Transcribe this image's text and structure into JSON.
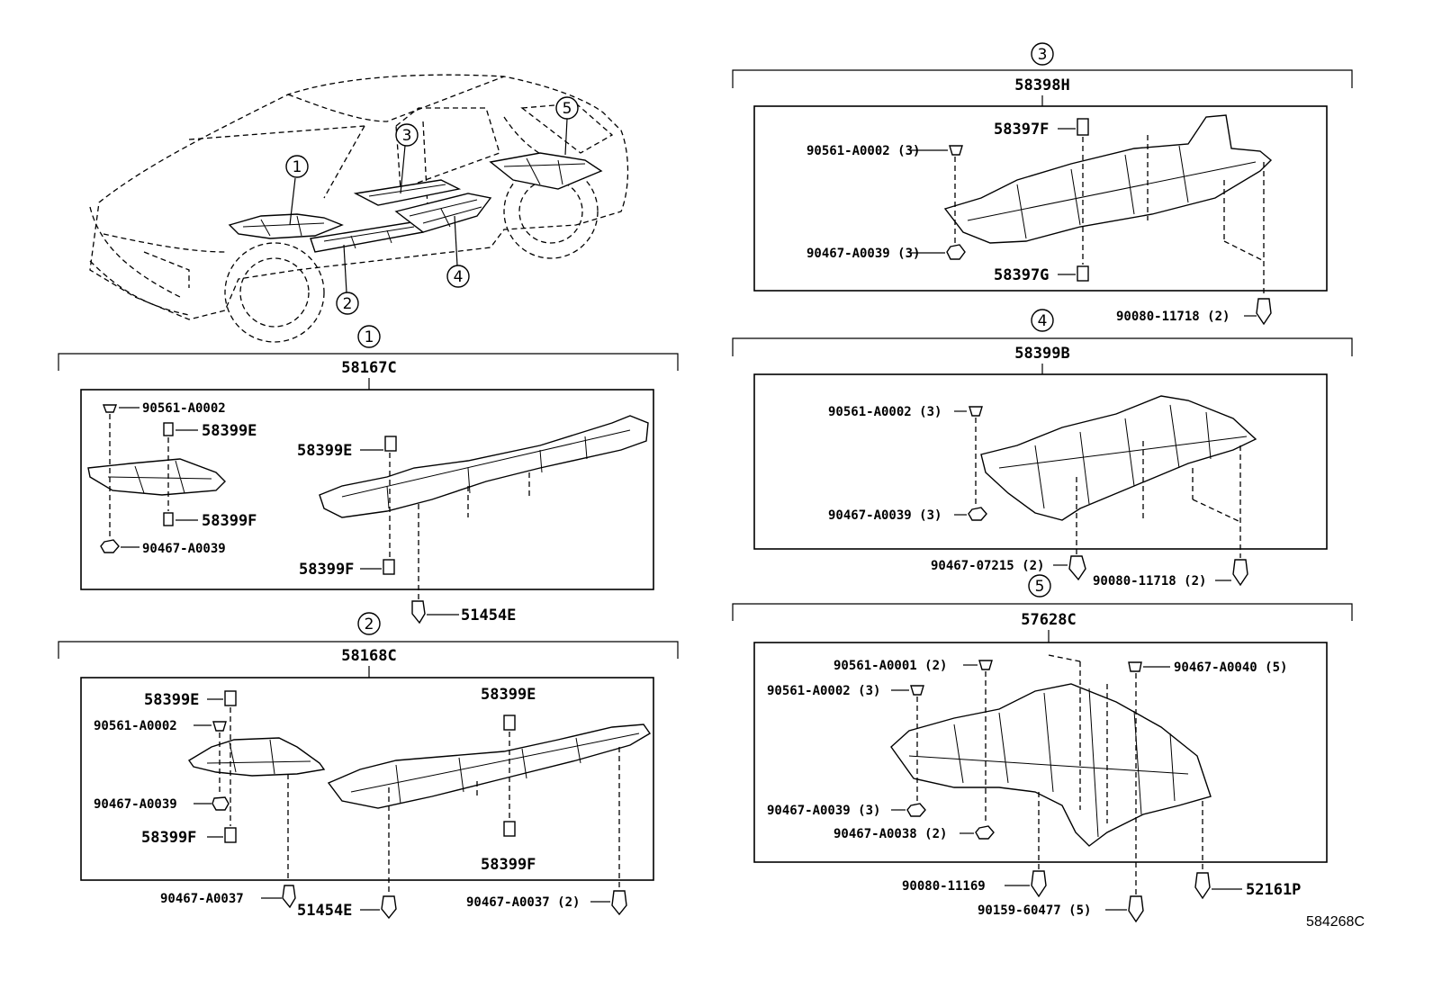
{
  "diagram_code": "584268C",
  "car_callouts": [
    "1",
    "2",
    "3",
    "4",
    "5"
  ],
  "sections": [
    {
      "id": "1",
      "part_no": "58167C",
      "labels": {
        "a": "90561-A0002",
        "b": "58399E",
        "c": "58399F",
        "d": "90467-A0039",
        "e": "58399E",
        "f": "58399F",
        "g": "51454E"
      }
    },
    {
      "id": "2",
      "part_no": "58168C",
      "labels": {
        "a": "58399E",
        "b": "90561-A0002",
        "c": "90467-A0039",
        "d": "58399F",
        "e": "58399E",
        "f": "58399F",
        "g": "90467-A0037",
        "h": "51454E",
        "i": "90467-A0037 (2)"
      }
    },
    {
      "id": "3",
      "part_no": "58398H",
      "labels": {
        "a": "58397F",
        "b": "90561-A0002 (3)",
        "c": "90467-A0039 (3)",
        "d": "58397G",
        "e": "90080-11718 (2)"
      }
    },
    {
      "id": "4",
      "part_no": "58399B",
      "labels": {
        "a": "90561-A0002 (3)",
        "b": "90467-A0039 (3)",
        "c": "90467-07215 (2)",
        "d": "90080-11718 (2)"
      }
    },
    {
      "id": "5",
      "part_no": "57628C",
      "labels": {
        "a": "90561-A0001 (2)",
        "b": "90467-A0040 (5)",
        "c": "90561-A0002 (3)",
        "d": "90467-A0039 (3)",
        "e": "90467-A0038 (2)",
        "f": "90080-11169",
        "g": "52161P",
        "h": "90159-60477 (5)"
      }
    }
  ]
}
